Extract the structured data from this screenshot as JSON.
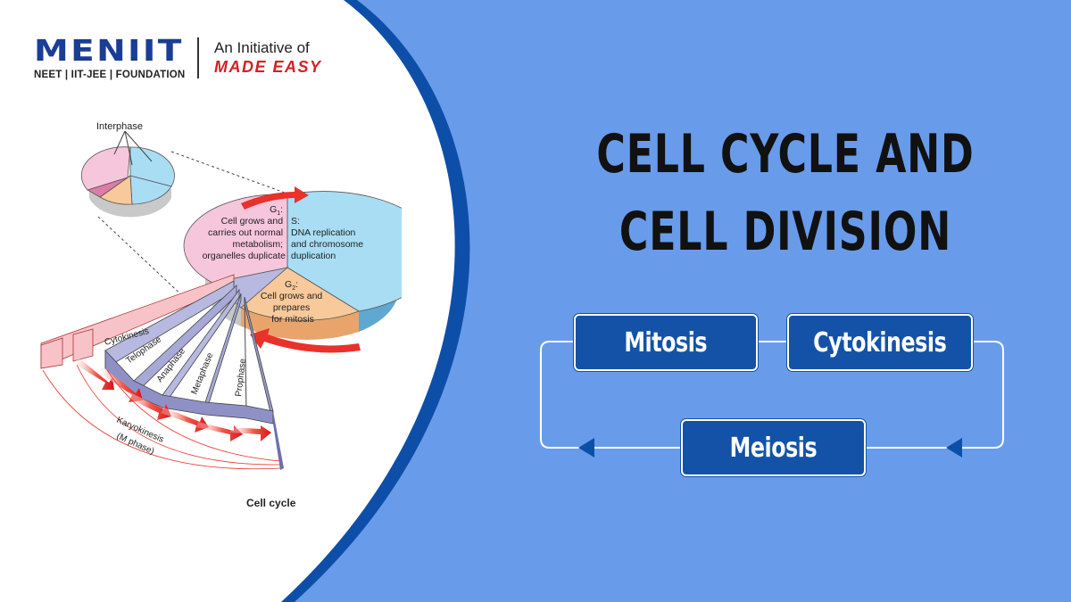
{
  "brand": {
    "logo_text": "MENIIT",
    "tagline": "NEET | IIT-JEE | FOUNDATION",
    "initiative": "An Initiative of",
    "partner": "MADE EASY"
  },
  "title": {
    "line1": "CELL CYCLE AND",
    "line2": "CELL DIVISION"
  },
  "flow": {
    "mitosis": "Mitosis",
    "cytokinesis": "Cytokinesis",
    "meiosis": "Meiosis"
  },
  "diagram": {
    "interphase": "Interphase",
    "g1_label": "G",
    "g1_sub": "1",
    "g1_lines": [
      "Cell grows and",
      "carries out normal",
      "metabolism;",
      "organelles duplicate"
    ],
    "s_lines": [
      "S:",
      "DNA replication",
      "and chromosome",
      "duplication"
    ],
    "g2_label": "G",
    "g2_sub": "2",
    "g2_lines": [
      "Cell grows and",
      "prepares",
      "for mitosis"
    ],
    "phases": [
      "Cytokinesis",
      "Telophase",
      "Anaphase",
      "Metaphase",
      "Prophase"
    ],
    "karyokinesis": "Karyokinesis",
    "m_phase": "(M phase)",
    "caption": "Cell cycle"
  },
  "colors": {
    "background_blue": "#689cea",
    "accent_blue": "#0d4fa8",
    "box_blue": "#1452a8",
    "brand_blue": "#1a3d96",
    "brand_red": "#d42027",
    "g1_pink": "#f6c6dc",
    "s_blue": "#a9ddf4",
    "g2_orange": "#f8c99a",
    "m_lavender": "#b7b9e1"
  }
}
